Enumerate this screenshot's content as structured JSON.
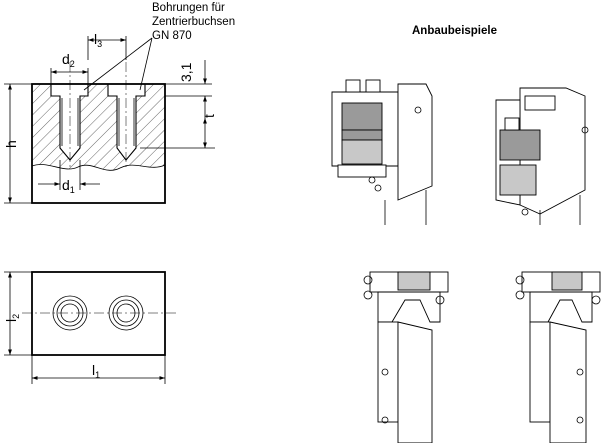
{
  "labels": {
    "holes_note_line1": "Bohrungen für",
    "holes_note_line2": "Zentrierbuchsen",
    "holes_note_line3": "GN 870",
    "examples_heading": "Anbaubeispiele"
  },
  "dimensions": {
    "d2": {
      "main": "d",
      "sub": "2"
    },
    "l3": {
      "main": "l",
      "sub": "3"
    },
    "thickness": "3,1",
    "t": "t",
    "h": "h",
    "d1": {
      "main": "d",
      "sub": "1"
    },
    "l2": {
      "main": "l",
      "sub": "2"
    },
    "l1": {
      "main": "l",
      "sub": "1"
    }
  }
}
